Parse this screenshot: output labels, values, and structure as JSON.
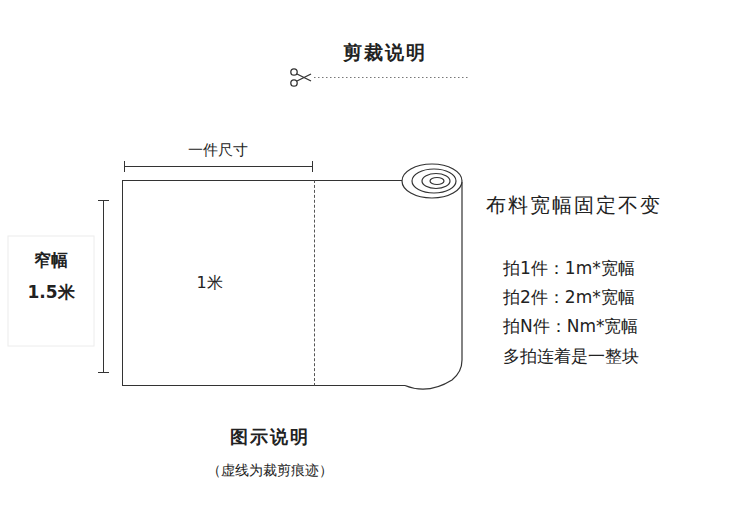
{
  "diagram": {
    "title": "剪裁说明",
    "caption": "图示说明",
    "nodes": [
      {
        "text": [
          "1米"
        ]
      }
    ],
    "labels": [
      "一件尺寸",
      "窄幅",
      "1.5米",
      "布料宽幅固定不变",
      "拍1件：1m*宽幅",
      "拍2件：2m*宽幅",
      "拍N件：Nm*宽幅",
      "多拍连着是一整块",
      "（虚线为裁剪痕迹）"
    ]
  }
}
